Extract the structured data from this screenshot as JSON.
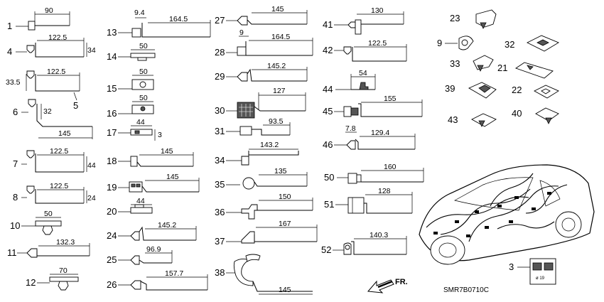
{
  "diagram": {
    "code": "SMR7B0710C",
    "direction_label": "FR.",
    "detail_diameter": "ø 19",
    "parts": {
      "p1": {
        "num": "1",
        "dims": [
          "90"
        ]
      },
      "p4": {
        "num": "4",
        "dims": [
          "122.5",
          "34"
        ]
      },
      "p5": {
        "num": "5",
        "dims": [
          "122.5",
          "33.5"
        ]
      },
      "p6": {
        "num": "6",
        "dims": [
          "32",
          "145"
        ]
      },
      "p7": {
        "num": "7",
        "dims": [
          "122.5",
          "44"
        ]
      },
      "p8": {
        "num": "8",
        "dims": [
          "122.5",
          "24"
        ]
      },
      "p10": {
        "num": "10",
        "dims": [
          "50"
        ]
      },
      "p11": {
        "num": "11",
        "dims": [
          "132.3"
        ]
      },
      "p12": {
        "num": "12",
        "dims": [
          "70"
        ]
      },
      "p13": {
        "num": "13",
        "dims": [
          "9.4",
          "164.5"
        ]
      },
      "p14": {
        "num": "14",
        "dims": [
          "50"
        ]
      },
      "p15": {
        "num": "15",
        "dims": [
          "50"
        ]
      },
      "p16": {
        "num": "16",
        "dims": [
          "50"
        ]
      },
      "p17": {
        "num": "17",
        "dims": [
          "44",
          "3"
        ]
      },
      "p18": {
        "num": "18",
        "dims": [
          "145"
        ]
      },
      "p19": {
        "num": "19",
        "dims": [
          "145"
        ]
      },
      "p20": {
        "num": "20",
        "dims": [
          "44"
        ]
      },
      "p24": {
        "num": "24",
        "dims": [
          "145.2"
        ]
      },
      "p25": {
        "num": "25",
        "dims": [
          "96.9"
        ]
      },
      "p26": {
        "num": "26",
        "dims": [
          "157.7"
        ]
      },
      "p27": {
        "num": "27",
        "dims": [
          "145"
        ]
      },
      "p28": {
        "num": "28",
        "dims": [
          "9",
          "164.5"
        ]
      },
      "p29": {
        "num": "29",
        "dims": [
          "145.2"
        ]
      },
      "p30": {
        "num": "30",
        "dims": [
          "127"
        ]
      },
      "p31": {
        "num": "31",
        "dims": [
          "93.5"
        ]
      },
      "p34": {
        "num": "34",
        "dims": [
          "143.2"
        ]
      },
      "p35": {
        "num": "35",
        "dims": [
          "135"
        ]
      },
      "p36": {
        "num": "36",
        "dims": [
          "150"
        ]
      },
      "p37": {
        "num": "37",
        "dims": [
          "167"
        ]
      },
      "p38": {
        "num": "38",
        "dims": [
          "145"
        ]
      },
      "p41": {
        "num": "41",
        "dims": [
          "130"
        ]
      },
      "p42": {
        "num": "42",
        "dims": [
          "122.5"
        ]
      },
      "p44": {
        "num": "44",
        "dims": [
          "54"
        ]
      },
      "p45": {
        "num": "45",
        "dims": [
          "155"
        ]
      },
      "p46": {
        "num": "46",
        "dims": [
          "7.8",
          "129.4"
        ]
      },
      "p50": {
        "num": "50",
        "dims": [
          "160"
        ]
      },
      "p51": {
        "num": "51",
        "dims": [
          "128"
        ]
      },
      "p52": {
        "num": "52",
        "dims": [
          "140.3"
        ]
      },
      "p3": {
        "num": "3"
      },
      "p9": {
        "num": "9"
      },
      "p21": {
        "num": "21"
      },
      "p22": {
        "num": "22"
      },
      "p23": {
        "num": "23"
      },
      "p32": {
        "num": "32"
      },
      "p33": {
        "num": "33"
      },
      "p39": {
        "num": "39"
      },
      "p40": {
        "num": "40"
      },
      "p43": {
        "num": "43"
      }
    }
  }
}
